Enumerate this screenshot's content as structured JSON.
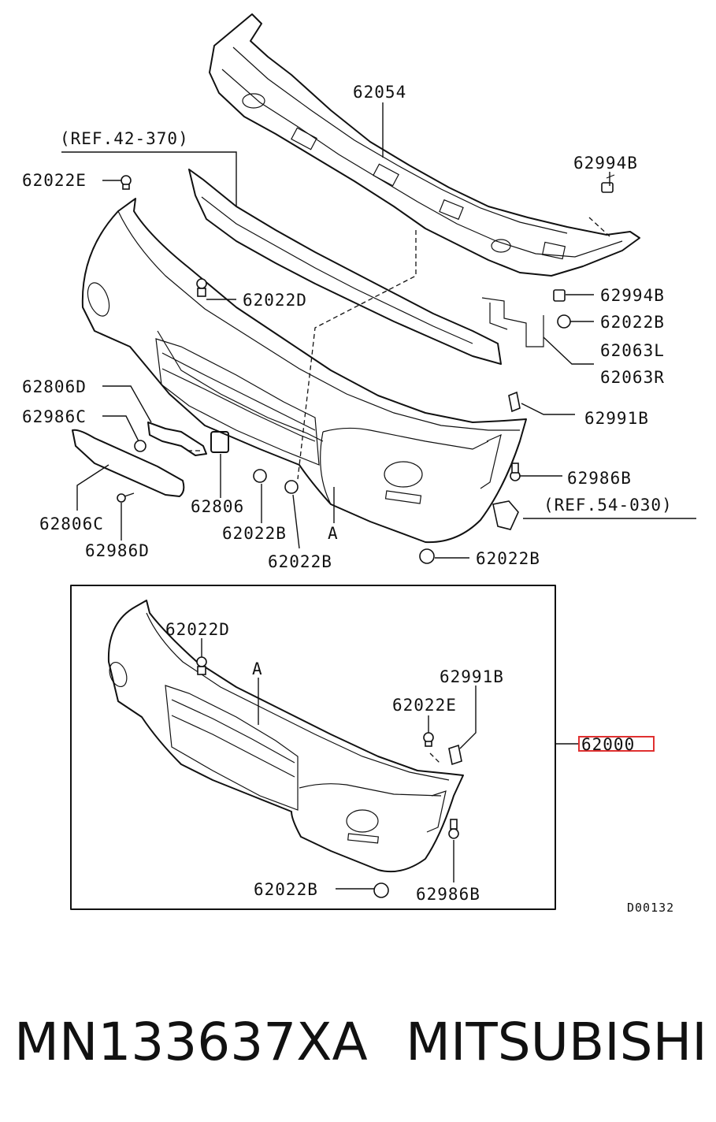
{
  "labels": {
    "l62054": "62054",
    "ref42": "(REF.42-370)",
    "l62022E_top": "62022E",
    "l62994B_1": "62994B",
    "l62022D_top": "62022D",
    "l62994B_2": "62994B",
    "l62022B_1": "62022B",
    "l62063L": "62063L",
    "l62063R": "62063R",
    "l62806D": "62806D",
    "l62986C": "62986C",
    "l62991B_top": "62991B",
    "l62986B_top": "62986B",
    "ref54": "(REF.54-030)",
    "l62806": "62806",
    "l62806C": "62806C",
    "l62986D": "62986D",
    "l62022B_2": "62022B",
    "l62022B_3": "62022B",
    "lA_top": "A",
    "l62022B_4": "62022B",
    "l62022D_box": "62022D",
    "lA_box": "A",
    "l62991B_box": "62991B",
    "l62022E_box": "62022E",
    "l62000": "62000",
    "l62022B_box": "62022B",
    "l62986B_box": "62986B",
    "diagram_code": "D00132"
  },
  "highlight_color": "#e03030",
  "footer": {
    "part_number": "MN133637XA",
    "brand": "MITSUBISHI"
  }
}
